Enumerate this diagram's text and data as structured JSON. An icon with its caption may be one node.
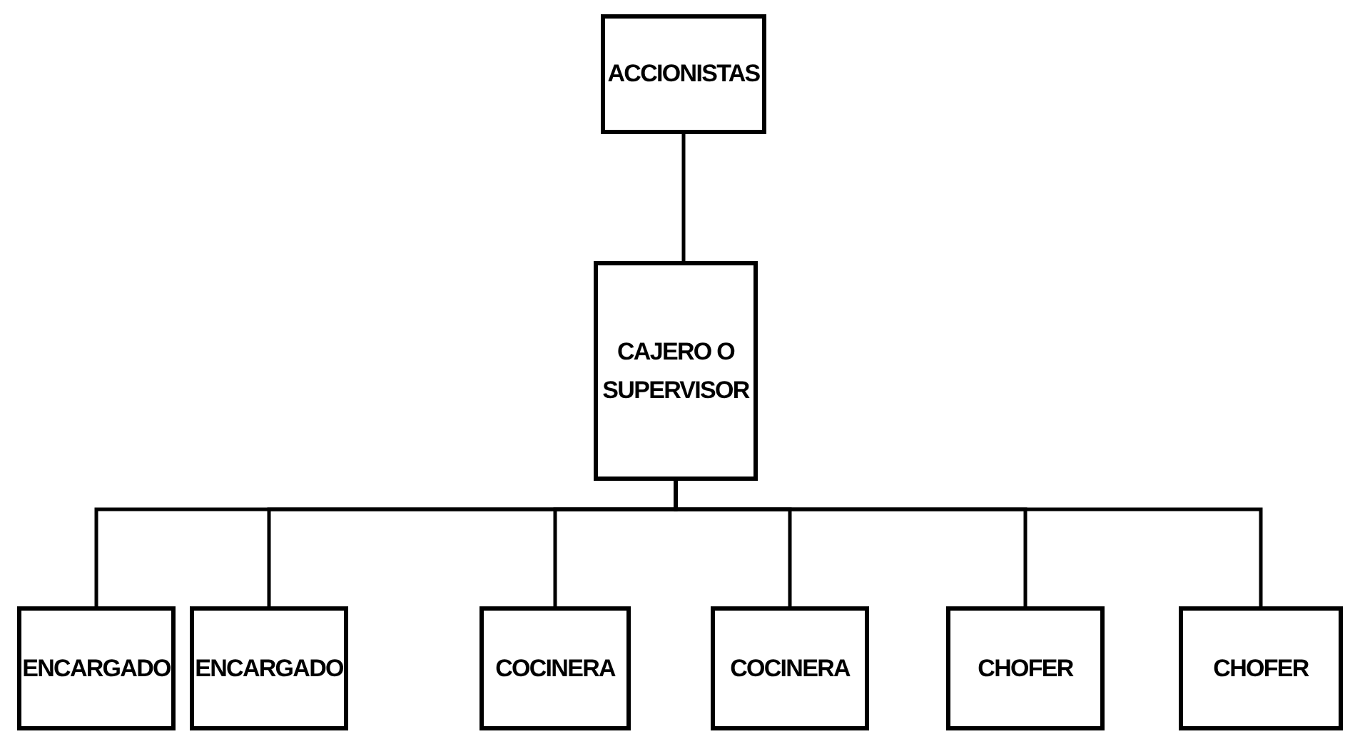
{
  "diagram": {
    "nodes": [
      {
        "text": [
          "ACCIONISTAS"
        ]
      },
      {
        "text": [
          "CAJERO O SUPERVISOR"
        ]
      },
      {
        "text": [
          "ENCARGADO"
        ]
      },
      {
        "text": [
          "ENCARGADO"
        ]
      },
      {
        "text": [
          "COCINERA"
        ]
      },
      {
        "text": [
          "COCINERA"
        ]
      },
      {
        "text": [
          "CHOFER"
        ]
      },
      {
        "text": [
          "CHOFER"
        ]
      }
    ],
    "edges": [
      {
        "from": 0,
        "to": 1,
        "arrow": "none"
      },
      {
        "from": 1,
        "to": 2,
        "arrow": "none"
      },
      {
        "from": 1,
        "to": 3,
        "arrow": "none"
      },
      {
        "from": 1,
        "to": 4,
        "arrow": "none"
      },
      {
        "from": 1,
        "to": 5,
        "arrow": "none"
      },
      {
        "from": 1,
        "to": 6,
        "arrow": "none"
      },
      {
        "from": 1,
        "to": 7,
        "arrow": "none"
      }
    ]
  }
}
